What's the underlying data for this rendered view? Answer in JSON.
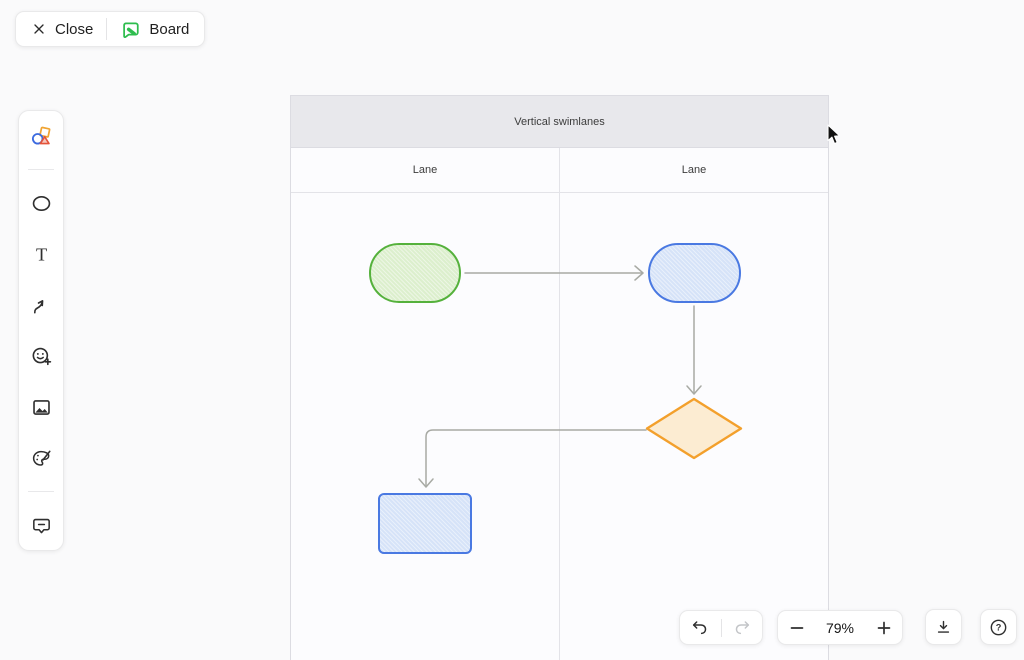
{
  "colors": {
    "brand_green": "#2ebd4e",
    "icon": "#2f2f2f",
    "connector": "#a8aaa4",
    "table_header_bg": "#e8e8ec",
    "table_border": "#dcdce2",
    "lane_line": "#e3e3e8",
    "canvas_bg": "#fafafb",
    "panel_bg": "#ffffff",
    "panel_border": "#e9e9ea",
    "text_primary": "#1e1e1e",
    "text_table": "#3c3c3c",
    "redo_disabled": "#c3c5c8"
  },
  "top_toolbar": {
    "close_label": "Close",
    "board_label": "Board",
    "icons": [
      "close-icon",
      "board-marker-icon"
    ]
  },
  "sidebar": {
    "tools": [
      {
        "id": "shape-templates",
        "icon": "shapes-icon"
      },
      {
        "id": "ellipse-tool",
        "icon": "ellipse-icon"
      },
      {
        "id": "text-tool",
        "icon": "text-icon"
      },
      {
        "id": "connector-tool",
        "icon": "connector-arrow-icon"
      },
      {
        "id": "reaction-tool",
        "icon": "emoji-plus-icon"
      },
      {
        "id": "image-tool",
        "icon": "image-icon"
      },
      {
        "id": "style-tool",
        "icon": "palette-icon"
      },
      {
        "id": "comment-tool",
        "icon": "comment-icon"
      }
    ]
  },
  "canvas": {
    "swimlanes": {
      "title": "Vertical swimlanes",
      "lane_labels": [
        "Lane",
        "Lane"
      ]
    },
    "shapes": {
      "terminator_green": {
        "kind": "terminator",
        "lane": 1,
        "fill": "#dcefcd",
        "stroke": "#55b13c"
      },
      "terminator_blue": {
        "kind": "terminator",
        "lane": 2,
        "fill": "#d6e3f8",
        "stroke": "#4a79e2"
      },
      "decision_orange": {
        "kind": "decision",
        "lane": 2,
        "fill": "#fcecd2",
        "stroke": "#f3a02c"
      },
      "process_blue": {
        "kind": "process",
        "lane": 1,
        "fill": "#d6e3f8",
        "stroke": "#4a79e2"
      }
    },
    "connectors": [
      "terminator_green -> terminator_blue",
      "terminator_blue -> decision_orange",
      "decision_orange -> process_blue"
    ]
  },
  "bottom_controls": {
    "zoom_percent": "79%",
    "icons": [
      "undo-icon",
      "redo-icon",
      "minus-icon",
      "plus-icon",
      "download-icon",
      "help-icon"
    ],
    "redo_enabled": false
  }
}
